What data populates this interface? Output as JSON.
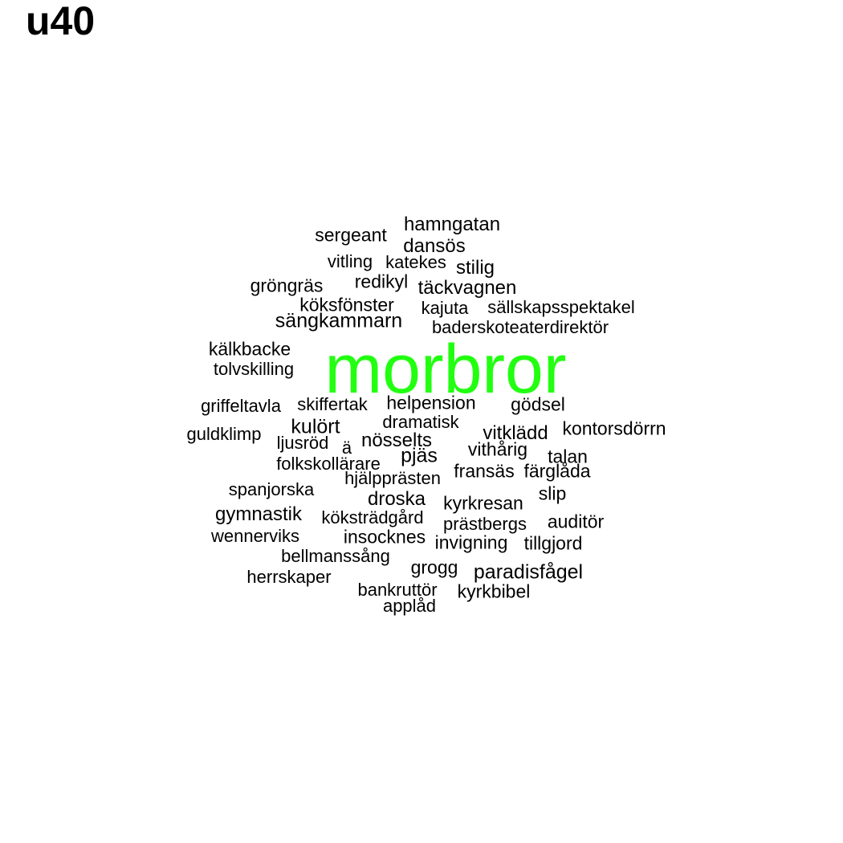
{
  "title": "u40",
  "colors": {
    "highlight": "#22ff11",
    "default": "#000000"
  },
  "words": [
    {
      "text": "morbror",
      "highlight": true
    },
    {
      "text": "hamngatan"
    },
    {
      "text": "sergeant"
    },
    {
      "text": "dansös"
    },
    {
      "text": "vitling"
    },
    {
      "text": "katekes"
    },
    {
      "text": "stilig"
    },
    {
      "text": "gröngräs"
    },
    {
      "text": "redikyl"
    },
    {
      "text": "täckvagnen"
    },
    {
      "text": "köksfönster"
    },
    {
      "text": "kajuta"
    },
    {
      "text": "sällskapsspektakel"
    },
    {
      "text": "sängkammarn"
    },
    {
      "text": "baderskoteaterdirektör"
    },
    {
      "text": "kälkbacke"
    },
    {
      "text": "tolvskilling"
    },
    {
      "text": "griffeltavla"
    },
    {
      "text": "skiffertak"
    },
    {
      "text": "helpension"
    },
    {
      "text": "gödsel"
    },
    {
      "text": "dramatisk"
    },
    {
      "text": "kulört"
    },
    {
      "text": "kontorsdörrn"
    },
    {
      "text": "guldklimp"
    },
    {
      "text": "vitklädd"
    },
    {
      "text": "ljusröd"
    },
    {
      "text": "ä"
    },
    {
      "text": "nösselts"
    },
    {
      "text": "vithårig"
    },
    {
      "text": "pjäs"
    },
    {
      "text": "talan"
    },
    {
      "text": "folkskollärare"
    },
    {
      "text": "fransäs"
    },
    {
      "text": "färglåda"
    },
    {
      "text": "hjälpprästen"
    },
    {
      "text": "spanjorska"
    },
    {
      "text": "slip"
    },
    {
      "text": "droska"
    },
    {
      "text": "kyrkresan"
    },
    {
      "text": "gymnastik"
    },
    {
      "text": "köksträdgård"
    },
    {
      "text": "auditör"
    },
    {
      "text": "prästbergs"
    },
    {
      "text": "wennerviks"
    },
    {
      "text": "insocknes"
    },
    {
      "text": "invigning"
    },
    {
      "text": "tillgjord"
    },
    {
      "text": "bellmanssång"
    },
    {
      "text": "grogg"
    },
    {
      "text": "paradisfågel"
    },
    {
      "text": "herrskaper"
    },
    {
      "text": "bankruttör"
    },
    {
      "text": "kyrkbibel"
    },
    {
      "text": "applåd"
    }
  ]
}
